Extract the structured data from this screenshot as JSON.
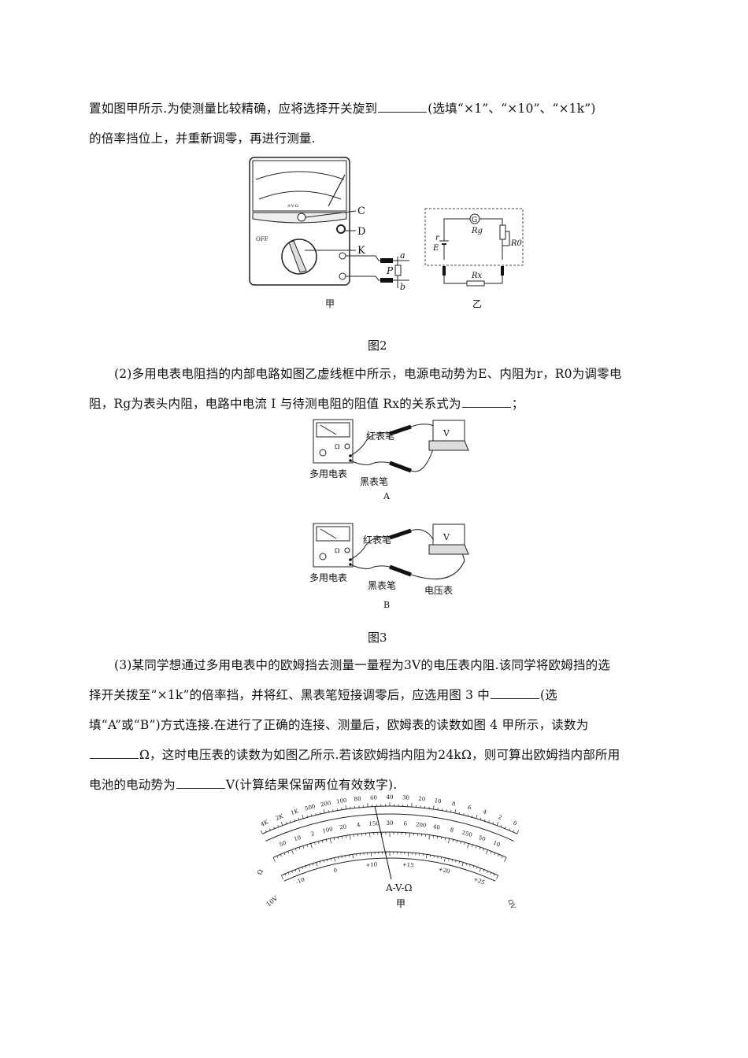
{
  "q1": {
    "line1_a": "置如图甲所示.为使测量比较精确，应将选择开关旋到",
    "line1_b": "(选填“×1”、“×10”、“×1k”)",
    "line2": "的倍率挡位上，并重新调零，再进行测量."
  },
  "fig2": {
    "caption": "图2",
    "sub_a": "甲",
    "sub_b": "乙",
    "labels": {
      "C": "C",
      "D": "D",
      "K": "K",
      "P": "P",
      "a": "a",
      "b": "b",
      "G": "G",
      "Rg": "Rg",
      "R0": "R0",
      "Rx": "Rx",
      "r": "r",
      "E": "E",
      "off": "OFF",
      "avo": "A-V-Ω"
    }
  },
  "q2": {
    "line1": "(2)多用电表电阻挡的内部电路如图乙虚线框中所示，电源电动势为E、内阻为r，R0为调零电",
    "line2_a": "阻，Rg为表头内阻，电路中电流 I 与待测电阻的阻值 Rx的关系式为",
    "line2_b": "；"
  },
  "fig3": {
    "caption": "图3",
    "A": {
      "label": "A",
      "meter": "多用电表",
      "red": "红表笔",
      "black": "黑表笔"
    },
    "B": {
      "label": "B",
      "meter": "多用电表",
      "red": "红表笔",
      "black": "黑表笔",
      "voltmeter": "电压表"
    },
    "v": "V",
    "ohm": "Ω"
  },
  "q3": {
    "line1": "(3)某同学想通过多用电表中的欧姆挡去测量一量程为3V的电压表内阻.该同学将欧姆挡的选",
    "line2_a": "择开关拨至“×1k”的倍率挡，并将红、黑表笔短接调零后，应选用图 3 中",
    "line2_b": "(选",
    "line3": "填“A”或“B”)方式连接.在进行了正确的连接、测量后，欧姆表的读数如图 4 甲所示，读数为",
    "line4_b": "Ω，这时电压表的读数为如图乙所示.若该欧姆挡内阻为24kΩ，则可算出欧姆挡内部所用",
    "line5_a": "电池的电动势为",
    "line5_b": "V(计算结果保留两位有效数字)."
  },
  "fig4": {
    "sub": "甲",
    "dial_label": "A-V-Ω",
    "ohm_scale": [
      "4K",
      "2K",
      "1K",
      "500",
      "200",
      "100",
      "80",
      "60",
      "40",
      "30",
      "20",
      "10",
      "8",
      "6",
      "4",
      "2",
      "0"
    ],
    "mid_scale": [
      "50",
      "10",
      "2",
      "100",
      "20",
      "4",
      "150",
      "30",
      "6",
      "200",
      "40",
      "8",
      "250",
      "50",
      "10"
    ],
    "low_scale": [
      "-10",
      "0",
      "+10",
      "+15",
      "+20",
      "+25"
    ],
    "end_labels": [
      "Ω",
      "10V",
      "ΩV"
    ]
  }
}
